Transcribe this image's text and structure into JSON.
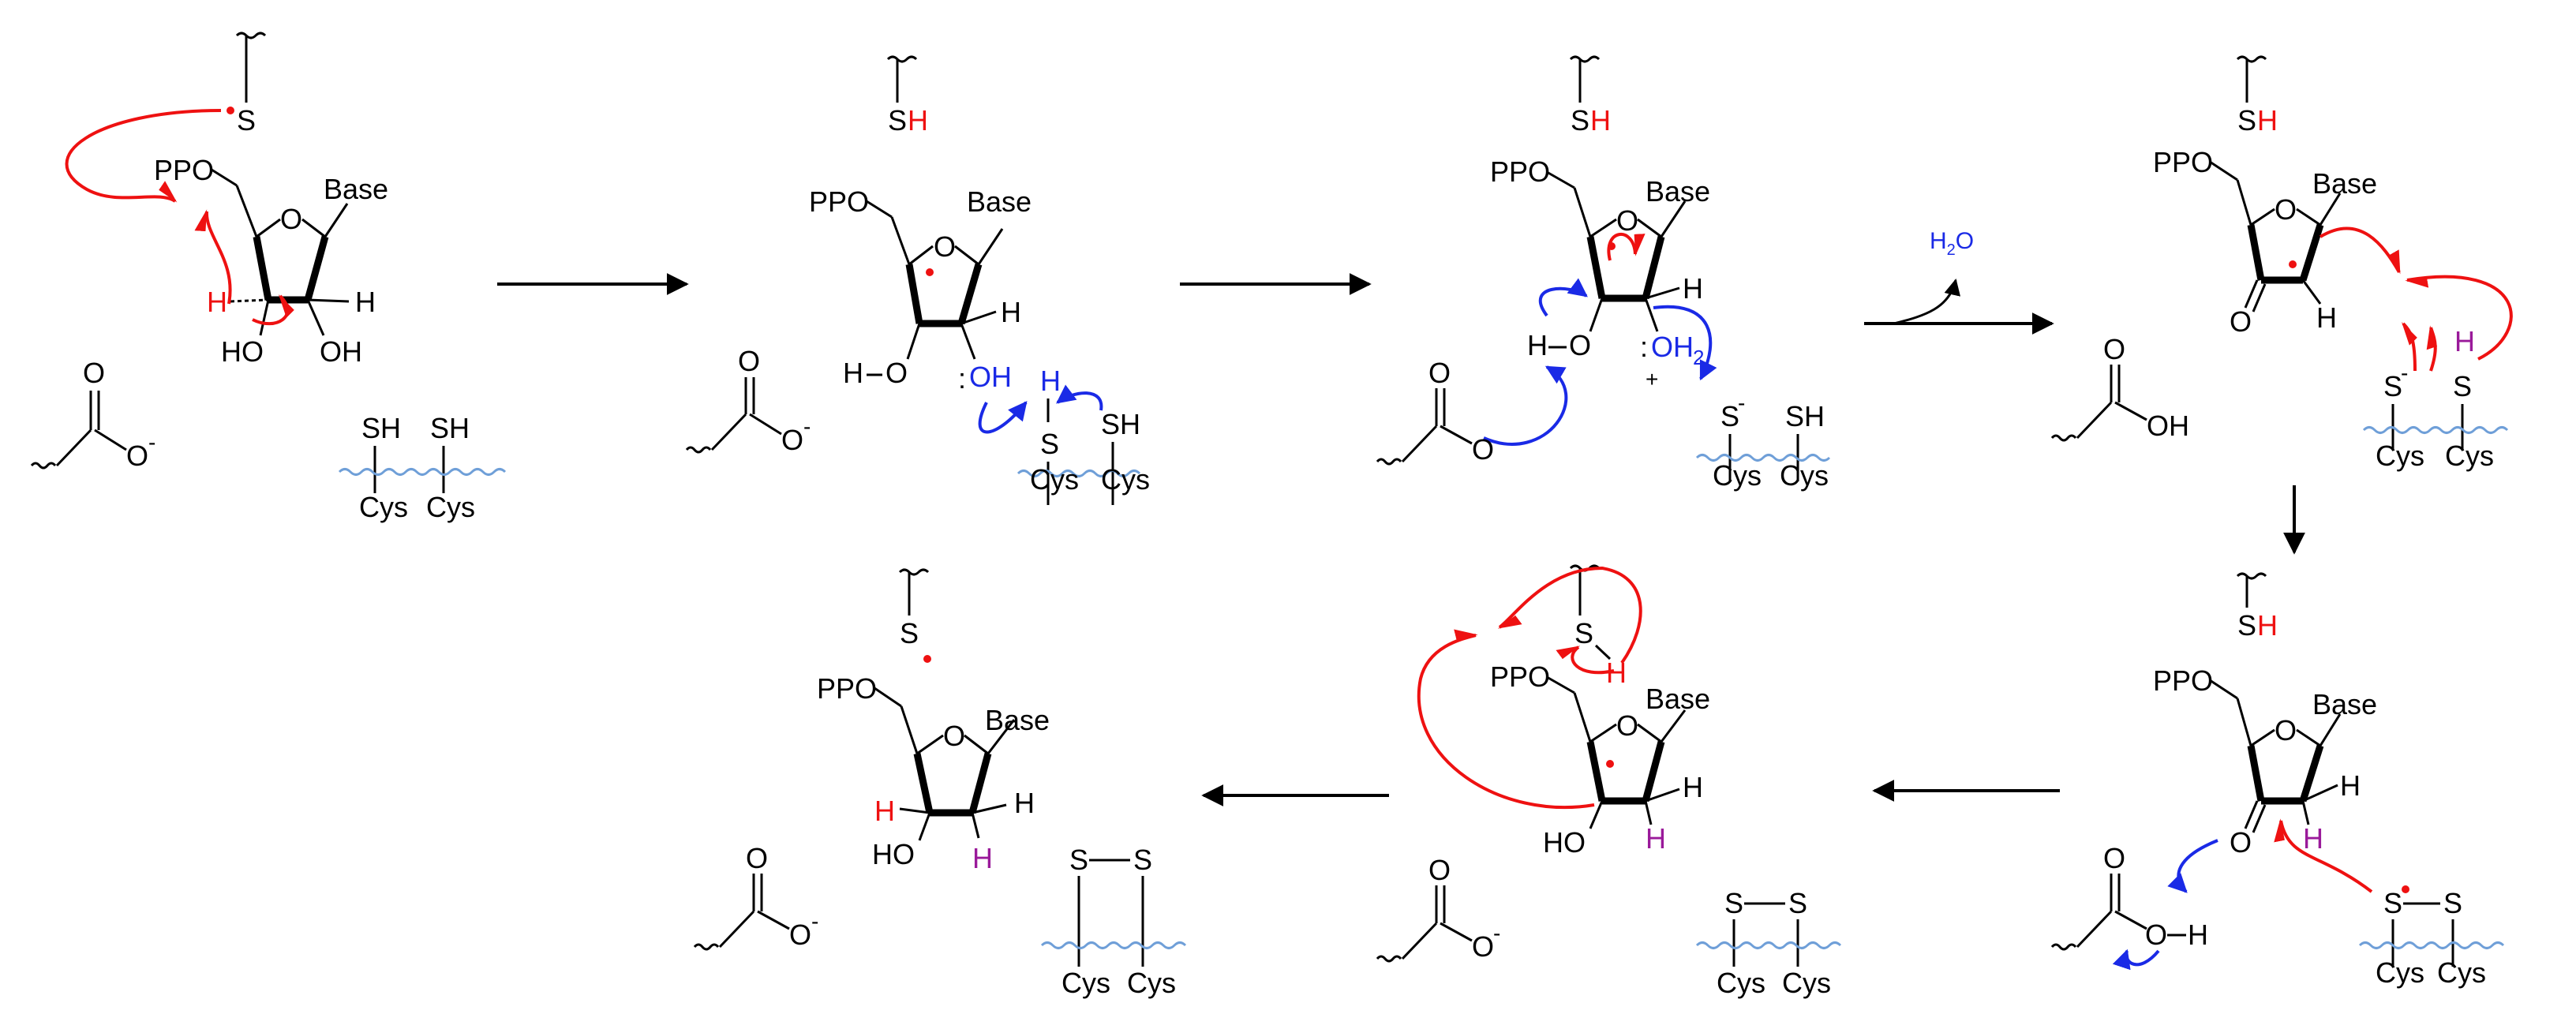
{
  "colors": {
    "bond": "#000000",
    "radical_red": "#ee1111",
    "blue_arrow": "#1a2ae6",
    "purple_h": "#9a1a9a",
    "protein_wave": "#6f9fd8"
  },
  "labels": {
    "base": "Base",
    "ppo": "PPO",
    "s": "S",
    "sh_s": "S",
    "sh_h": "H",
    "h": "H",
    "ho": "HO",
    "oh": "OH",
    "o": "O",
    "cys": "Cys",
    "sh": "SH",
    "o_minus": "O",
    "minus": "-",
    "plus": "+",
    "colon": ":",
    "water": "H",
    "water_sub": "2",
    "water_o": "O"
  },
  "steps": [
    {
      "id": "step-1"
    },
    {
      "id": "step-2"
    },
    {
      "id": "step-3"
    },
    {
      "id": "step-4"
    },
    {
      "id": "step-5"
    },
    {
      "id": "step-6"
    },
    {
      "id": "step-7"
    }
  ]
}
